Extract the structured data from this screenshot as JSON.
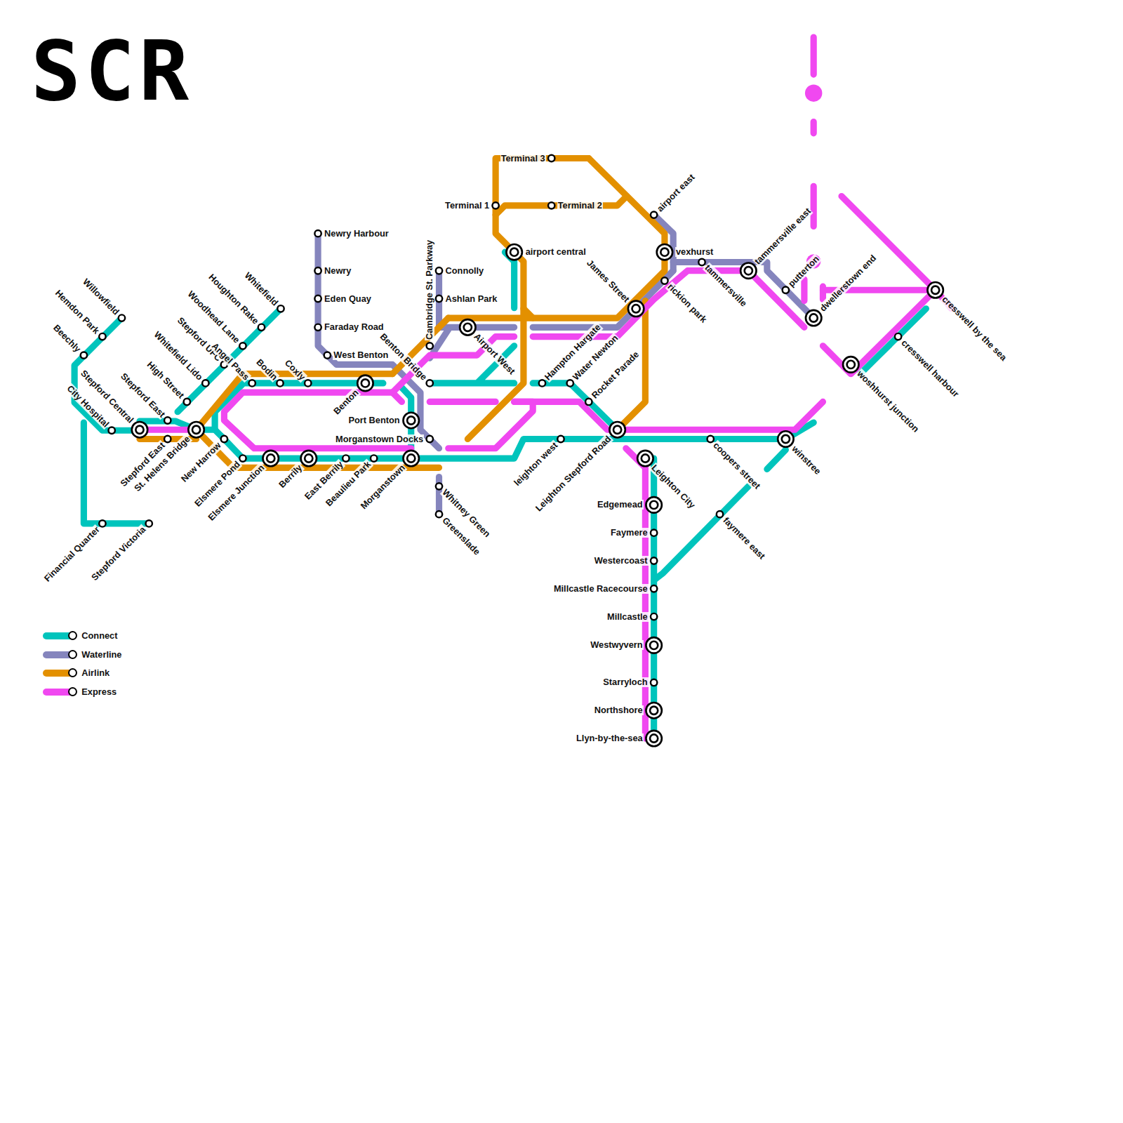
{
  "diagram": {
    "title": "SCR",
    "labels": [
      "Willowfield",
      "Hemdon Park",
      "Beechly",
      "Stepford Central",
      "City Hospital",
      "Stepford East",
      "Stepford East",
      "St. Helens Bridge",
      "High Street",
      "Whitefield Lido",
      "Stepford UFC",
      "Woodhead Lane",
      "Houghton Rake",
      "Whitefield",
      "Angel Pass",
      "Bodin",
      "Coxly",
      "Benton",
      "New Harrow",
      "Elsmere Pond",
      "Elsmere Junction",
      "Berrily",
      "East Berrily",
      "Beaulieu Park",
      "Morganstown",
      "Financial Quarter",
      "Stepford Victoria",
      "Newry Harbour",
      "Newry",
      "Eden Quay",
      "Faraday Road",
      "West Benton",
      "Port Benton",
      "Morganstown Docks",
      "Benton Bridge",
      "Cambridge St. Parkway",
      "Connolly",
      "Ashlan Park",
      "Airport West",
      "Whitney Green",
      "Greenslade",
      "Terminal 3",
      "Terminal 1",
      "Terminal 2",
      "airport central",
      "airport east",
      "vexhurst",
      "James Street",
      "rickion park",
      "tammersville",
      "tammersville east",
      "putterton",
      "dwellerstown end",
      "woshhurst junction",
      "cresswell harbour",
      "cresswell by the sea",
      "Hampton Hargate",
      "Water Newton",
      "Rocket Parade",
      "leighton west",
      "Leighton Stepford Road",
      "coopers street",
      "winstree",
      "Leighton City",
      "faymere east",
      "Edgemead",
      "Faymere",
      "Westercoast",
      "Millcastle Racecourse",
      "Millcastle",
      "Westwyvern",
      "Starryloch",
      "Northshore",
      "Llyn-by-the-sea"
    ],
    "legend": [
      {
        "text": "Connect",
        "color": "#00c4bc"
      },
      {
        "text": "Waterline",
        "color": "#8585bd"
      },
      {
        "text": "Airlink",
        "color": "#e39000"
      },
      {
        "text": "Express",
        "color": "#f048f0"
      }
    ]
  }
}
